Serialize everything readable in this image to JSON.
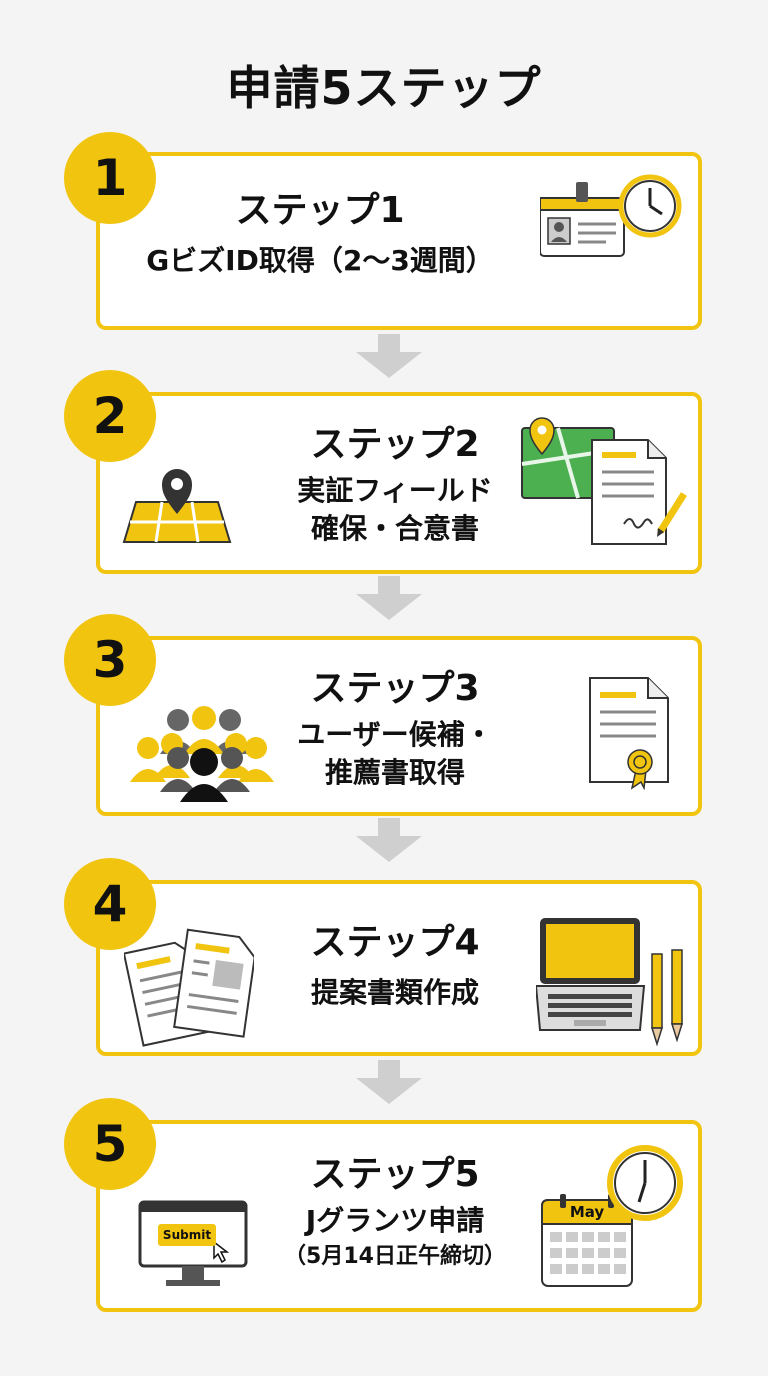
{
  "title": "申請5ステップ",
  "steps": [
    {
      "number": "1",
      "heading": "ステップ1",
      "lines": [
        "GビズID取得（2〜3週間）"
      ],
      "icons": [
        "id-card-icon",
        "clock-icon"
      ]
    },
    {
      "number": "2",
      "heading": "ステップ2",
      "lines": [
        "実証フィールド",
        "確保・合意書"
      ],
      "icons": [
        "field-map-pin-icon",
        "map-icon",
        "signed-document-icon"
      ]
    },
    {
      "number": "3",
      "heading": "ステップ3",
      "lines": [
        "ユーザー候補・",
        "推薦書取得"
      ],
      "icons": [
        "user-group-icon",
        "certificate-icon"
      ]
    },
    {
      "number": "4",
      "heading": "ステップ4",
      "lines": [
        "提案書類作成"
      ],
      "icons": [
        "documents-icon",
        "laptop-icon",
        "pencils-icon"
      ]
    },
    {
      "number": "5",
      "heading": "ステップ5",
      "lines": [
        "Jグランツ申請"
      ],
      "note": "（5月14日正午締切）",
      "icons": [
        "submit-monitor-icon",
        "calendar-icon",
        "clock-icon"
      ]
    }
  ],
  "icon_text": {
    "submit_button": "Submit",
    "calendar_month": "May"
  },
  "colors": {
    "accent": "#f1c40f",
    "background": "#f4f4f4",
    "arrow": "#cfcfcf",
    "text": "#111111"
  }
}
